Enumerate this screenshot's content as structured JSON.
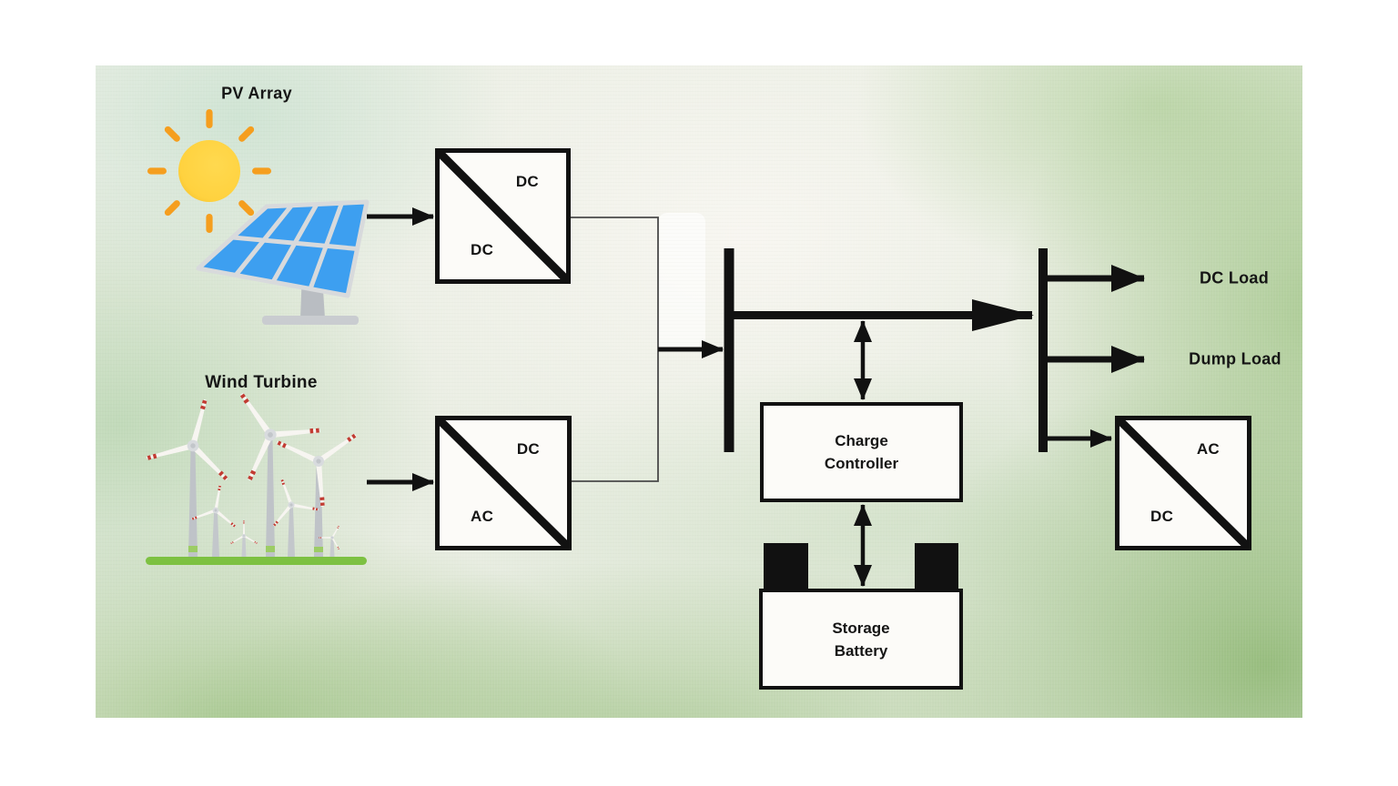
{
  "diagram": {
    "sources": {
      "pv": {
        "label": "PV Array"
      },
      "wind": {
        "label": "Wind Turbine"
      }
    },
    "converters": {
      "pv_converter": {
        "top_label": "DC",
        "bottom_label": "DC"
      },
      "wind_converter": {
        "top_label": "DC",
        "bottom_label": "AC"
      },
      "load_inverter": {
        "top_label": "AC",
        "bottom_label": "DC"
      }
    },
    "charge_controller": {
      "line1": "Charge",
      "line2": "Controller"
    },
    "storage_battery": {
      "line1": "Storage",
      "line2": "Battery"
    },
    "loads": {
      "dc_load": {
        "label": "DC Load"
      },
      "dump_load": {
        "label": "Dump Load"
      }
    },
    "colors": {
      "line": "#111111",
      "box_fill": "#fcfbf8",
      "sun_yellow": "#FFD23F",
      "ray_orange": "#F59E1E",
      "panel_blue": "#3D9FF0",
      "ground_green": "#7DC142",
      "blade_red": "#C23B32"
    }
  }
}
